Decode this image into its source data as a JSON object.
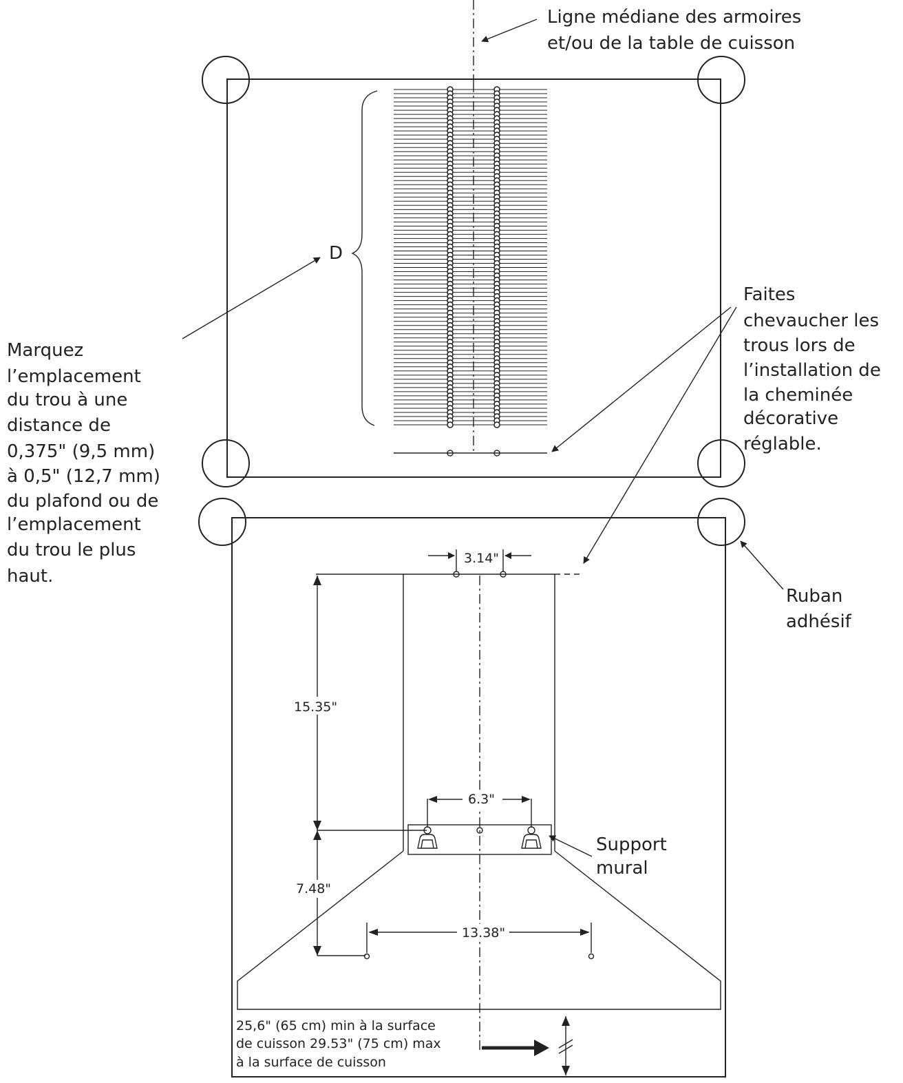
{
  "labels": {
    "centerline": [
      "Ligne médiane des armoires",
      "et/ou de la table de cuisson"
    ],
    "d_marker": "D",
    "mark_hole": [
      "Marquez",
      "l’emplacement",
      "du trou à une",
      "distance de",
      "0,375\" (9,5 mm)",
      "à 0,5\" (12,7 mm)",
      "du plafond ou de",
      "l’emplacement",
      "du trou le plus",
      "haut."
    ],
    "overlap": [
      "Faites",
      "chevaucher les",
      "trous lors de",
      "l’installation de",
      "la cheminée",
      "décorative",
      "réglable."
    ],
    "tape": [
      "Ruban",
      "adhésif"
    ],
    "wall_bracket": [
      "Support",
      "mural"
    ],
    "clearance": [
      "25,6\" (65 cm) min à la surface",
      "de cuisson 29.53\" (75 cm) max",
      "à la surface de cuisson"
    ]
  },
  "dimensions": {
    "top_holes": "3.14\"",
    "vertical_upper": "15.35\"",
    "bracket_holes": "6.3\"",
    "vertical_lower": "7.48\"",
    "bottom_holes": "13.38\""
  },
  "colors": {
    "ink": "#222222",
    "background": "#ffffff"
  }
}
